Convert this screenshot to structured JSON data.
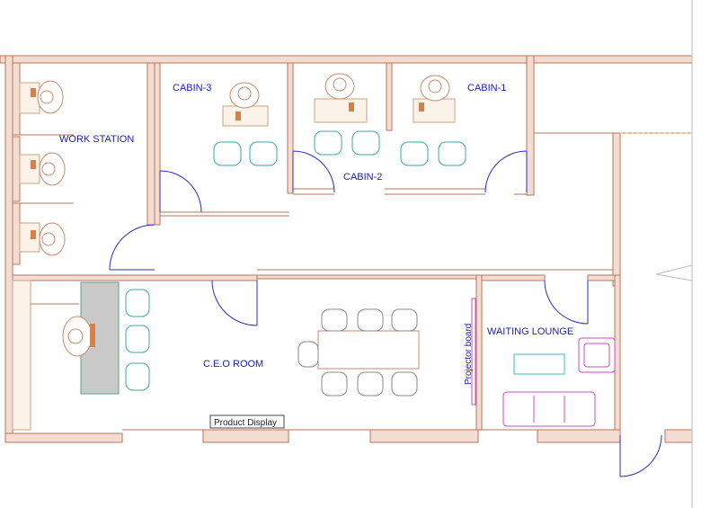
{
  "rooms": {
    "work_station": "WORK STATION",
    "cabin_3": "CABIN-3",
    "cabin_2": "CABIN-2",
    "cabin_1": "CABIN-1",
    "ceo_room": "C.E.O ROOM",
    "waiting_lounge": "WAITING LOUNGE"
  },
  "labels": {
    "product_display": "Product Display",
    "projector_board": "Projector board"
  },
  "colors": {
    "wall_fill": "#f3ddd3",
    "wall_stroke": "#b7765a",
    "label": "#1a1fa8",
    "chair": "#3aa7a7",
    "sofa": "#c44fbf"
  }
}
